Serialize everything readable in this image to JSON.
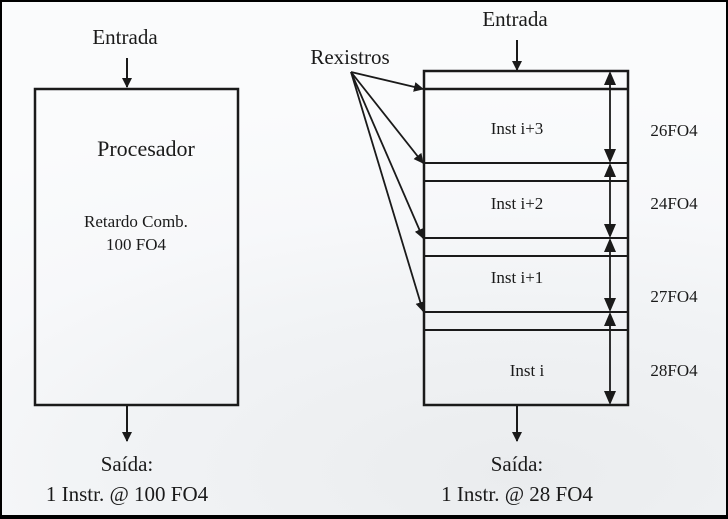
{
  "left_diagram": {
    "input_label": "Entrada",
    "block_title": "Procesador",
    "delay_line1": "Retardo Comb.",
    "delay_line2": "100 FO4",
    "output_line1": "Saída:",
    "output_line2": "1 Instr. @ 100 FO4"
  },
  "right_diagram": {
    "input_label": "Entrada",
    "registers_label": "Rexistros",
    "stages": [
      {
        "label": "Inst i+3",
        "delay": "26FO4"
      },
      {
        "label": "Inst i+2",
        "delay": "24FO4"
      },
      {
        "label": "Inst i+1",
        "delay": "27FO4"
      },
      {
        "label": "Inst i",
        "delay": "28FO4"
      }
    ],
    "output_line1": "Saída:",
    "output_line2": "1 Instr. @ 28 FO4"
  },
  "colors": {
    "line": "#1a1a1a"
  }
}
